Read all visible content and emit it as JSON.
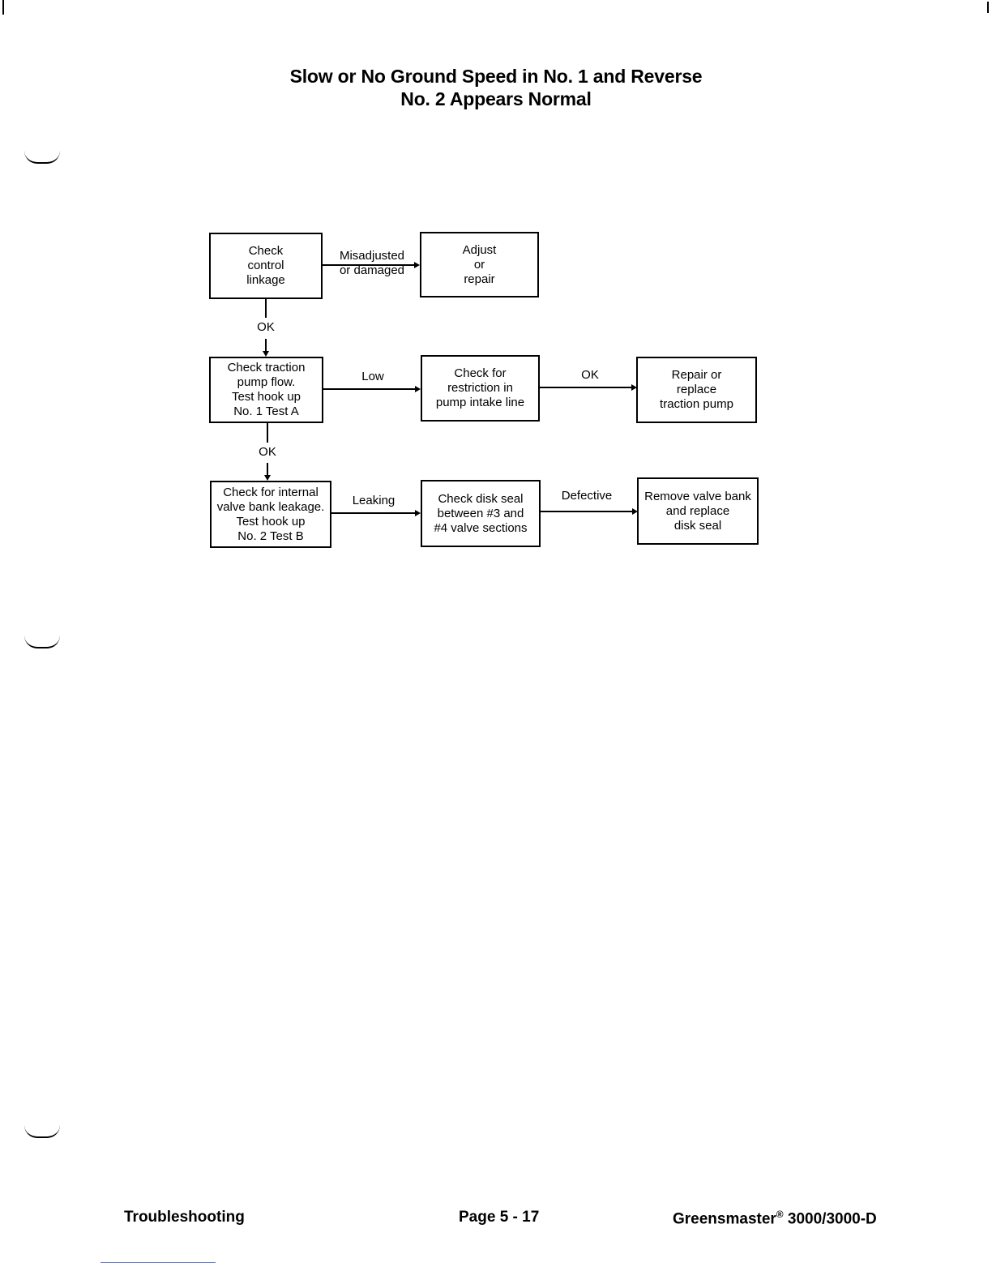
{
  "title": {
    "line1": "Slow or No Ground Speed in No. 1 and Reverse",
    "line2": "No. 2 Appears Normal"
  },
  "flowchart": {
    "boxes": {
      "check_linkage": "Check\ncontrol\nlinkage",
      "adjust_repair": "Adjust\nor\nrepair",
      "check_traction": "Check traction\npump flow.\nTest hook up\nNo. 1 Test A",
      "check_restriction": "Check for\nrestriction in\npump intake line",
      "repair_pump": "Repair or\nreplace\ntraction pump",
      "check_internal": "Check for internal\nvalve bank leakage.\nTest hook up\nNo. 2 Test B",
      "check_disk_seal": "Check disk seal\nbetween #3 and\n#4 valve sections",
      "remove_valve_bank": "Remove valve bank\nand replace\ndisk seal"
    },
    "edges": {
      "misadjusted": "Misadjusted\nor damaged",
      "ok1": "OK",
      "low": "Low",
      "ok_restriction": "OK",
      "ok2": "OK",
      "leaking": "Leaking",
      "defective": "Defective"
    }
  },
  "footer": {
    "section": "Troubleshooting",
    "page": "Page 5 - 17",
    "product_name": "Greensmaster",
    "product_mark": "®",
    "product_model": " 3000/3000-D"
  }
}
